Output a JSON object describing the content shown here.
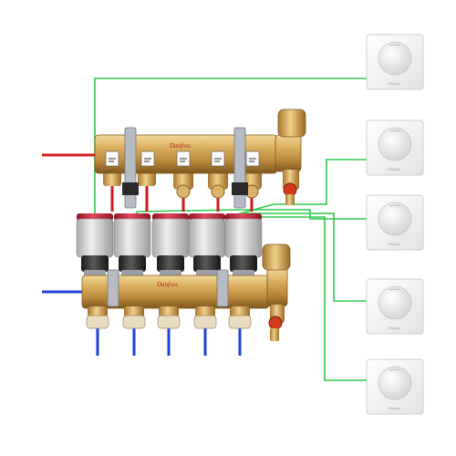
{
  "colors": {
    "background": "#ffffff",
    "flow_pipe": "#d11a1a",
    "return_pipe": "#1f3fd6",
    "control_wire": "#2ec84a",
    "brass_light": "#e6c27a",
    "brass_mid": "#c99a45",
    "brass_dark": "#8a6222",
    "actuator_body": "#d2d2d2",
    "actuator_cap": "#c8283c",
    "actuator_base": "#3a3a3a",
    "bracket": "#b7bcc4",
    "drain_handle": "#d23a1a",
    "thermostat_face": "#f4f4f2",
    "thermostat_edge": "#d6d6d4"
  },
  "manifolds": {
    "flow": {
      "name": "flow-manifold",
      "brand_mark": "Danfoss",
      "outlets": 5,
      "valve_labels": [
        "",
        "",
        "",
        "",
        ""
      ]
    },
    "return": {
      "name": "return-manifold",
      "brand_mark": "Danfoss",
      "outlets": 5
    }
  },
  "actuators": [
    {
      "zone": 1
    },
    {
      "zone": 2
    },
    {
      "zone": 3
    },
    {
      "zone": 4
    },
    {
      "zone": 5
    }
  ],
  "thermostats": [
    {
      "zone": 1,
      "brand_mark": "Danfoss",
      "icon": "thermostat-dial-icon"
    },
    {
      "zone": 2,
      "brand_mark": "Danfoss",
      "icon": "thermostat-dial-icon"
    },
    {
      "zone": 3,
      "brand_mark": "Danfoss",
      "icon": "thermostat-dial-icon"
    },
    {
      "zone": 4,
      "brand_mark": "Danfoss",
      "icon": "thermostat-dial-icon"
    },
    {
      "zone": 5,
      "brand_mark": "Danfoss",
      "icon": "thermostat-dial-icon"
    }
  ]
}
